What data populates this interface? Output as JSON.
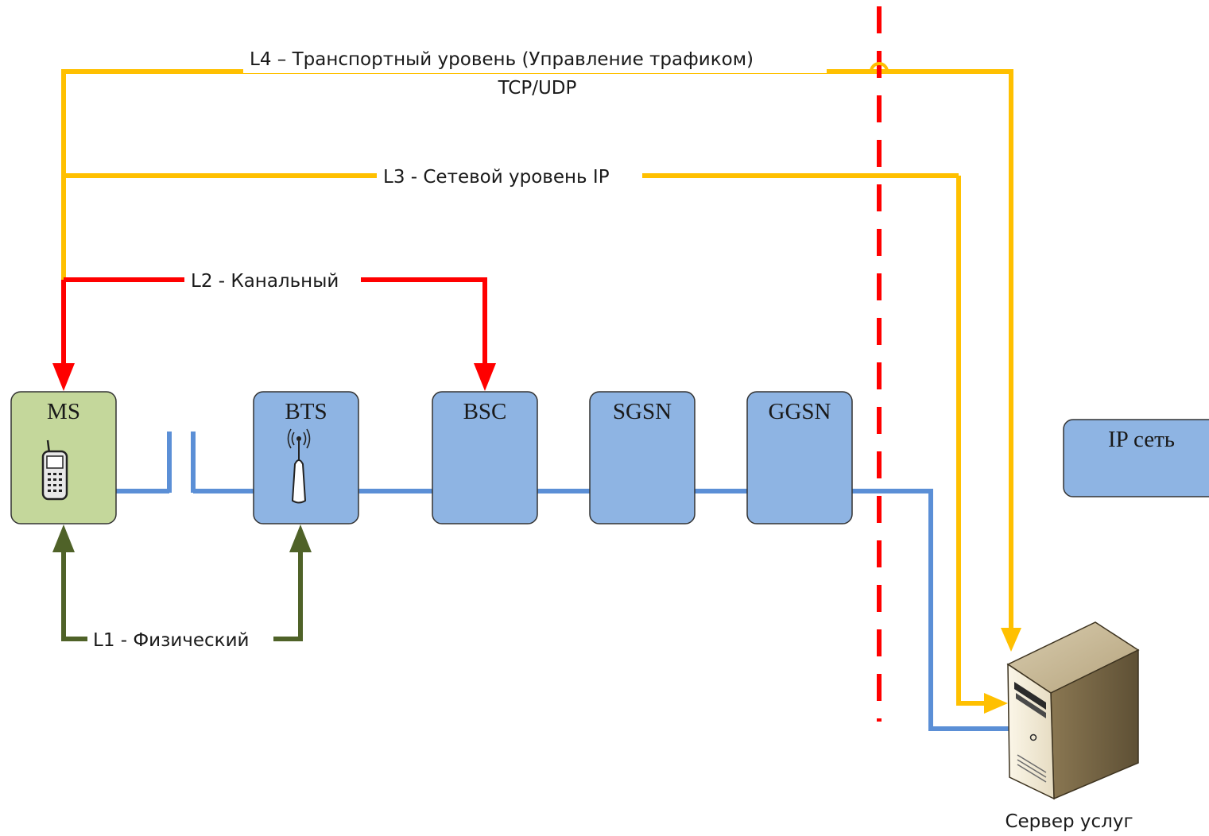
{
  "nodes": {
    "ms": {
      "label": "MS"
    },
    "bts": {
      "label": "BTS"
    },
    "bsc": {
      "label": "BSC"
    },
    "sgsn": {
      "label": "SGSN"
    },
    "ggsn": {
      "label": "GGSN"
    },
    "ip_network": {
      "label": "IP сеть"
    },
    "server": {
      "label": "Сервер услуг"
    }
  },
  "layers": {
    "l4": {
      "label": "L4 – Транспортный уровень (Управление трафиком)",
      "sublabel": "TCP/UDP"
    },
    "l3": {
      "label": "L3 - Сетевой уровень IP"
    },
    "l2": {
      "label": "L2 - Канальный"
    },
    "l1": {
      "label": "L1 - Физический"
    }
  },
  "colors": {
    "l4_l3_lines": "#FFC000",
    "l2_line": "#FF0000",
    "l1_line": "#4F6228",
    "link_line": "#5B8FD6",
    "boundary_line": "#FF0000",
    "ms_fill": "#C4D79B",
    "node_fill": "#8EB4E3",
    "node_stroke": "#333333"
  },
  "icons": {
    "ms": "mobile-phone-icon",
    "bts": "antenna-tower-icon",
    "server": "server-tower-icon"
  }
}
